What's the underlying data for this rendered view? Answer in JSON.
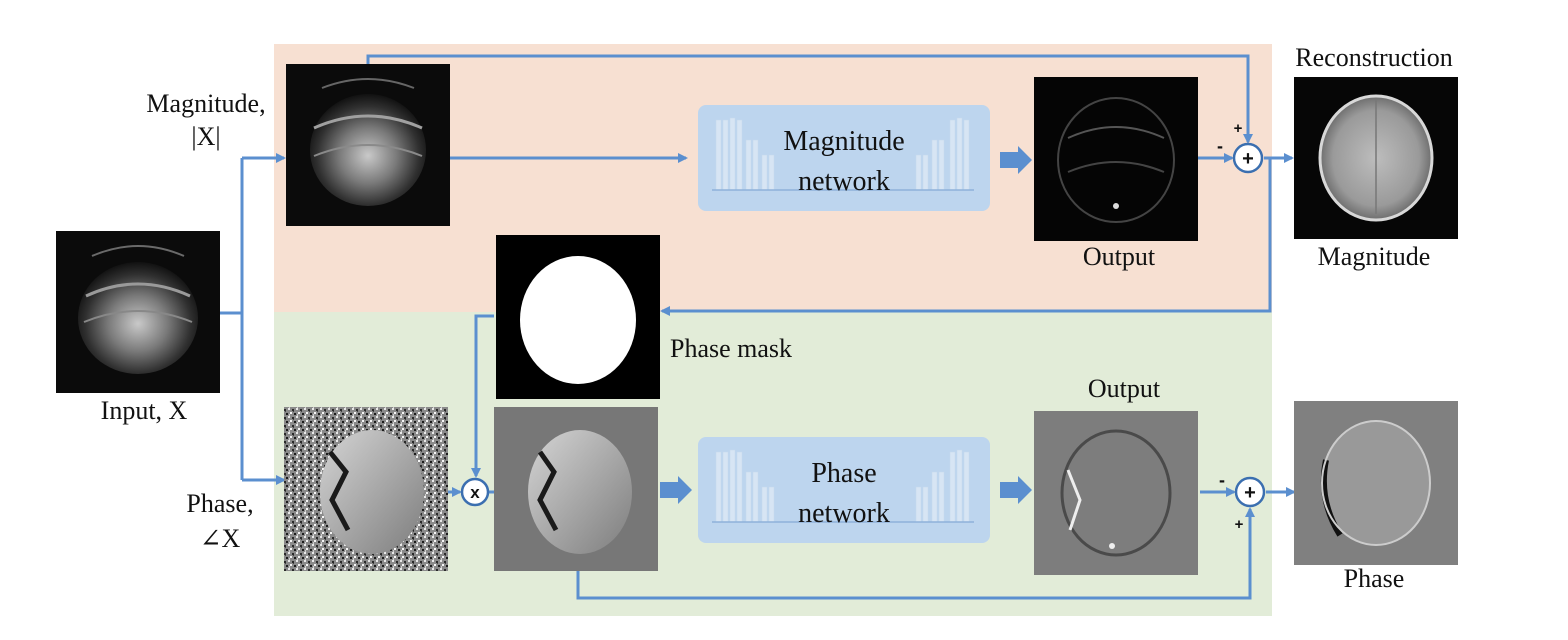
{
  "colors": {
    "arrow": "#5b8fcf",
    "magnitude_band": "#f7e0d2",
    "phase_band": "#e2ecd8",
    "network_box": "#bdd5ee",
    "network_box_edge": "#a9c6e6"
  },
  "labels": {
    "input": "Input, X",
    "magnitude_input": [
      "Magnitude,",
      "|X|"
    ],
    "phase_input": [
      "Phase,",
      "∠X"
    ],
    "phase_mask": "Phase mask",
    "magnitude_output": "Output",
    "phase_output": "Output",
    "reconstruction": "Reconstruction",
    "recon_magnitude": "Magnitude",
    "recon_phase": "Phase"
  },
  "networks": {
    "magnitude": [
      "Magnitude",
      "network"
    ],
    "phase": [
      "Phase",
      "network"
    ]
  },
  "operators": {
    "sum": "+",
    "multiply": "x",
    "plus_sign": "+",
    "minus_sign": "-"
  },
  "images": [
    {
      "id": "input",
      "depicts": "brain-mri-input"
    },
    {
      "id": "magnitude",
      "depicts": "brain-mri-magnitude"
    },
    {
      "id": "phase",
      "depicts": "brain-mri-phase-noisy"
    },
    {
      "id": "mask",
      "depicts": "binary-brain-mask"
    },
    {
      "id": "masked_phase",
      "depicts": "masked-phase"
    },
    {
      "id": "mag_output",
      "depicts": "magnitude-residual"
    },
    {
      "id": "phase_output",
      "depicts": "phase-residual"
    },
    {
      "id": "recon_mag",
      "depicts": "reconstructed-magnitude"
    },
    {
      "id": "recon_phase",
      "depicts": "reconstructed-phase"
    }
  ]
}
